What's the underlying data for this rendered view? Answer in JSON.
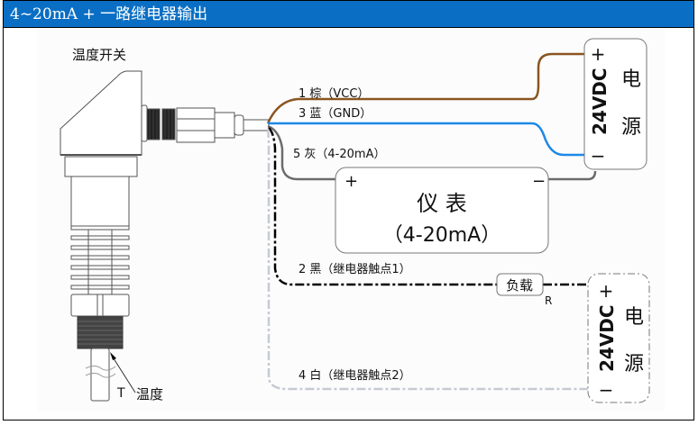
{
  "header": {
    "title": "4~20mA + 一路继电器输出",
    "bg_color": "#0a6fc4"
  },
  "sensor": {
    "label": "温度开关",
    "probe_label_t": "T",
    "probe_label": "温度"
  },
  "wires": [
    {
      "id": "brown",
      "label": "1 棕（VCC）",
      "color": "#8a5520"
    },
    {
      "id": "blue",
      "label": "3 蓝（GND）",
      "color": "#1e88e5"
    },
    {
      "id": "gray",
      "label": "5 灰（4-20mA）",
      "color": "#6b6b6b"
    },
    {
      "id": "black",
      "label": "2 黑（继电器触点1）",
      "color": "#000000"
    },
    {
      "id": "white",
      "label": "4 白（继电器触点2）",
      "color": "#c6cad2"
    }
  ],
  "power_supply_1": {
    "voltage": "24VDC",
    "name_line1": "电",
    "name_line2": "源",
    "plus": "+",
    "minus": "−"
  },
  "meter": {
    "name": "仪 表",
    "range": "（4-20mA）",
    "plus": "+",
    "minus": "−"
  },
  "load": {
    "label": "负载",
    "ref": "R"
  },
  "power_supply_2": {
    "voltage": "24VDC",
    "name_line1": "电",
    "name_line2": "源",
    "plus": "+",
    "minus": "−"
  }
}
